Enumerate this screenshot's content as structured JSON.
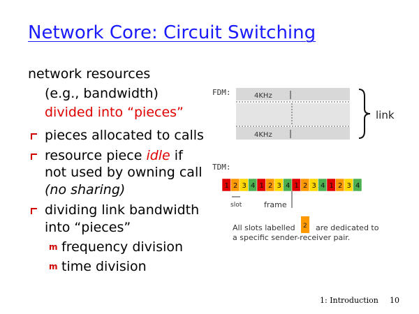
{
  "slide": {
    "title": "Network Core: Circuit Switching",
    "intro": {
      "line1": "network resources",
      "line2": "(e.g., bandwidth)",
      "line3": "divided into “pieces”"
    },
    "bullets": [
      {
        "text": "pieces allocated to calls"
      },
      {
        "pre": "resource piece ",
        "em": "idle",
        "post": " if",
        "line2": "not used by owning call",
        "line3": "(no sharing)"
      },
      {
        "text": "dividing link bandwidth",
        "line2": "into “pieces”",
        "sub": [
          "frequency division",
          "time division"
        ]
      }
    ],
    "footer": {
      "section": "1: Introduction",
      "page": "10"
    }
  },
  "figure": {
    "fdm_label": "FDM:",
    "fdm_band_label": "4KHz",
    "link_label": "link",
    "tdm_label": "TDM:",
    "tdm_slots": [
      "1",
      "2",
      "3",
      "4",
      "1",
      "2",
      "3",
      "4",
      "1",
      "2",
      "3",
      "4",
      "1",
      "2",
      "3",
      "4"
    ],
    "frame_label": "frame",
    "slot_label": "slot",
    "legend_pre": "All slots labelled",
    "legend_post": "are dedicated to",
    "legend_line2": "a specific sender-receiver pair.",
    "colors": {
      "slot1": "#e00000",
      "slot2": "#ff9900",
      "slot3": "#ffd700",
      "slot4": "#4caf50",
      "band": "#d8d8d8",
      "bullet": "#d00000",
      "title": "#1a1aff"
    }
  }
}
